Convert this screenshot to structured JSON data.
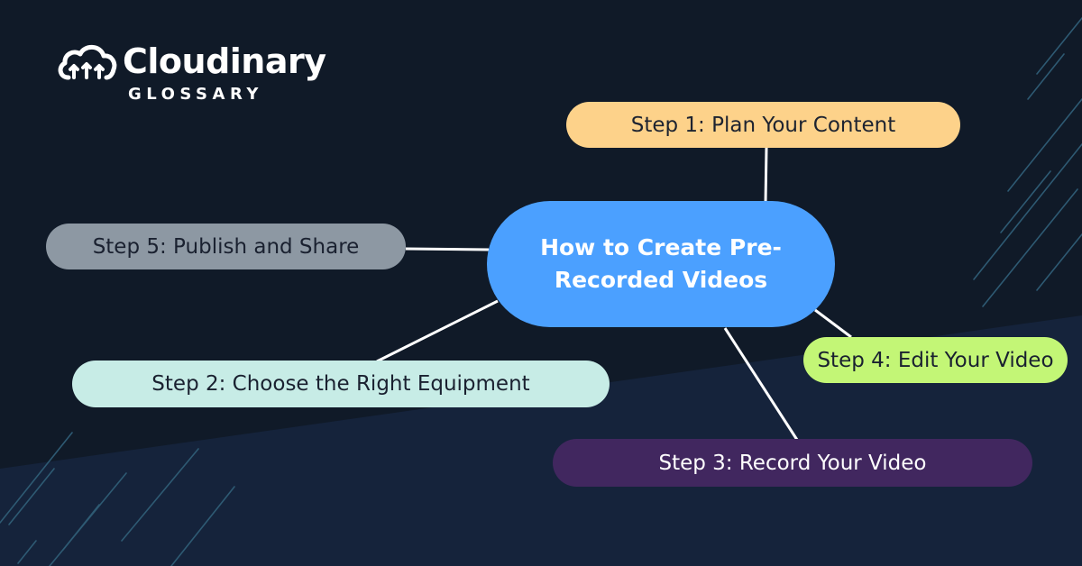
{
  "brand": {
    "name": "Cloudinary",
    "subtitle": "GLOSSARY",
    "logo_icon": "cloud-logo-icon"
  },
  "diagram": {
    "type": "mind-map",
    "center": {
      "label": "How to Create Pre-Recorded Videos",
      "color": "#4ba0ff"
    },
    "steps": [
      {
        "id": "step1",
        "label": "Step 1: Plan Your Content",
        "color": "#fdd28a"
      },
      {
        "id": "step2",
        "label": "Step 2: Choose the Right Equipment",
        "color": "#c7ece6"
      },
      {
        "id": "step3",
        "label": "Step 3: Record Your Video",
        "color": "#41275f"
      },
      {
        "id": "step4",
        "label": "Step 4: Edit Your Video",
        "color": "#c3f676"
      },
      {
        "id": "step5",
        "label": "Step 5: Publish and Share",
        "color": "#8d98a3"
      }
    ]
  },
  "colors": {
    "background": "#101a28",
    "background_lower": "#15233b",
    "accent_lines": "#2e5a73",
    "connector": "#ffffff"
  }
}
